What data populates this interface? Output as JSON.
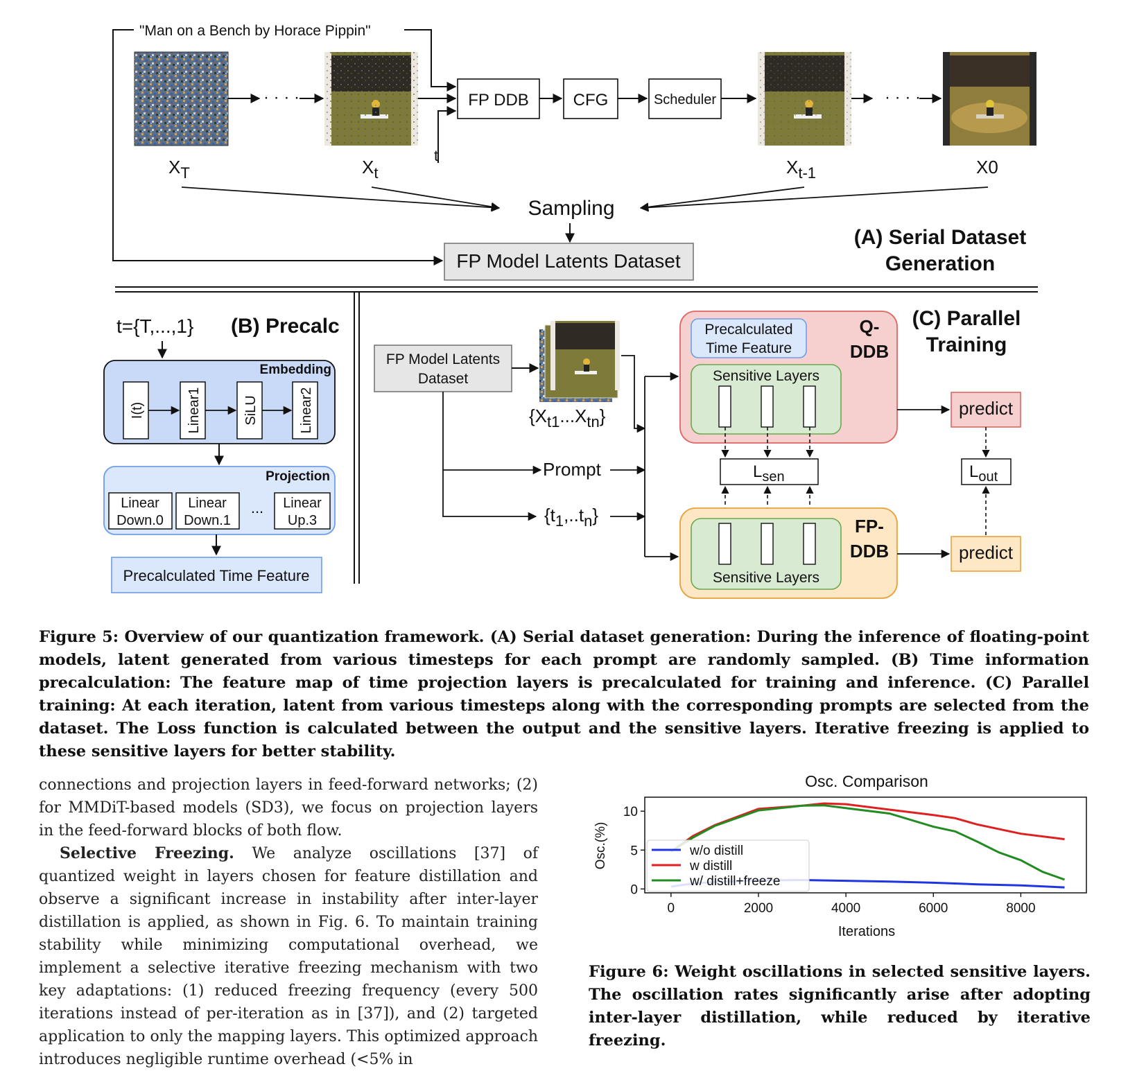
{
  "figure5": {
    "prompt_text": "\"Man on a Bench by Horace Pippin\"",
    "latent_labels": {
      "xT_base": "X",
      "xT_sub": "T",
      "xt_base": "X",
      "xt_sub": "t",
      "xtm1_base": "X",
      "xtm1_sub": "t-1",
      "x0": "X0"
    },
    "dots": "· · · ·",
    "t_input": "t",
    "fp_ddb": "FP DDB",
    "cfg": "CFG",
    "scheduler": "Scheduler",
    "sampling": "Sampling",
    "dataset": "FP Model Latents Dataset",
    "panel_a_title_line1": "(A) Serial Dataset",
    "panel_a_title_line2": "Generation",
    "panel_b": {
      "t_set": "t={T,...,1}",
      "title": "(B) Precalc",
      "embedding_label": "Embedding",
      "embedding_items": [
        "I(t)",
        "Linear1",
        "SiLU",
        "Linear2"
      ],
      "projection_label": "Projection",
      "projection_items": [
        {
          "line1": "Linear",
          "line2": "Down.0"
        },
        {
          "line1": "Linear",
          "line2": "Down.1"
        },
        {
          "line1": "Linear",
          "line2": "Up.3"
        }
      ],
      "projection_ellipsis": "...",
      "output": "Precalculated Time Feature"
    },
    "panel_c": {
      "title_line1": "(C) Parallel",
      "title_line2": "Training",
      "dataset_line1": "FP Model Latents",
      "dataset_line2": "Dataset",
      "latents_set": {
        "open": "{X",
        "sub1": "t1",
        "mid": "...X",
        "sub2": "tn",
        "close": "}"
      },
      "prompt": "Prompt",
      "timesteps": {
        "open": "{t",
        "sub1": "1",
        "mid": ",..t",
        "sub2": "n",
        "close": "}"
      },
      "qddb_line1": "Q-",
      "qddb_line2": "DDB",
      "precalc_line1": "Precalculated",
      "precalc_line2": "Time Feature",
      "sensitive_layers": "Sensitive Layers",
      "fpddb_line1": "FP-",
      "fpddb_line2": "DDB",
      "loss_sen": {
        "base": "L",
        "sub": "sen"
      },
      "loss_out": {
        "base": "L",
        "sub": "out"
      },
      "predict": "predict"
    },
    "colors": {
      "qddb_fill": "#f6cfcf",
      "qddb_stroke": "#e06666",
      "fpddb_fill": "#fde7c4",
      "fpddb_stroke": "#e9a23b",
      "sensitive_fill": "#d9ead3",
      "sensitive_stroke": "#6aa84f",
      "embedding_fill": "#c9daf8",
      "projection_fill": "#dbe7fb",
      "dataset_fill": "#e6e6e6"
    },
    "caption": "Figure 5: Overview of our quantization framework. (A) Serial dataset generation: During the inference of floating-point models, latent generated from various timesteps for each prompt are randomly sampled. (B) Time information precalculation: The feature map of time projection layers is precalculated for training and inference. (C) Parallel training: At each iteration, latent from various timesteps along with the corresponding prompts are selected from the dataset. The Loss function is calculated between the output and the sensitive layers. Iterative freezing is applied to these sensitive layers for better stability."
  },
  "body": {
    "para1": "connections and projection layers in feed-forward networks; (2) for MMDiT-based models (SD3), we focus on projection layers in the feed-forward blocks of both flow.",
    "para2_runin": "Selective Freezing.",
    "para2": " We analyze oscillations [37] of quantized weight in layers chosen for feature distillation and observe a significant increase in instability after inter-layer distillation is applied, as shown in Fig. 6. To maintain training stability while minimizing computational overhead, we implement a selective iterative freezing mechanism with two key adaptations: (1) reduced freezing frequency (every 500 iterations instead of per-iteration as in [37]), and (2) targeted application to only the mapping layers. This optimized approach introduces negligible runtime overhead (<5% in"
  },
  "chart_data": {
    "type": "line",
    "title": "Osc. Comparison",
    "xlabel": "Iterations",
    "ylabel": "Osc.(%)",
    "xlim": [
      -600,
      9500
    ],
    "ylim": [
      -0.5,
      11.8
    ],
    "xticks": [
      0,
      2000,
      4000,
      6000,
      8000
    ],
    "yticks": [
      0,
      5,
      10
    ],
    "legend_position": "left",
    "grid": false,
    "series": [
      {
        "name": "w/o distill",
        "color": "#1f35e0",
        "x": [
          0,
          500,
          1000,
          2000,
          3000,
          4000,
          5000,
          6000,
          7000,
          8000,
          9000
        ],
        "y": [
          0.3,
          0.7,
          0.9,
          1.1,
          1.15,
          1.05,
          0.95,
          0.8,
          0.6,
          0.45,
          0.2
        ]
      },
      {
        "name": "w distill",
        "color": "#e02020",
        "x": [
          0,
          500,
          1000,
          2000,
          3000,
          3500,
          4000,
          5000,
          6000,
          6500,
          7000,
          8000,
          9000
        ],
        "y": [
          4.8,
          6.8,
          8.2,
          10.3,
          10.7,
          11.0,
          10.9,
          10.2,
          9.5,
          9.1,
          8.3,
          7.1,
          6.4
        ]
      },
      {
        "name": "w/ distill+freeze",
        "color": "#228b22",
        "x": [
          0,
          500,
          1000,
          2000,
          3000,
          3500,
          4000,
          5000,
          6000,
          6500,
          7000,
          7500,
          8000,
          8500,
          9000
        ],
        "y": [
          4.8,
          6.6,
          8.1,
          10.1,
          10.7,
          10.75,
          10.4,
          9.7,
          8.0,
          7.4,
          6.1,
          4.7,
          3.7,
          2.2,
          1.2
        ]
      }
    ]
  },
  "figure6_caption": "Figure 6: Weight oscillations in selected sensitive layers. The oscillation rates significantly arise after adopting inter-layer distillation, while reduced by iterative freezing."
}
